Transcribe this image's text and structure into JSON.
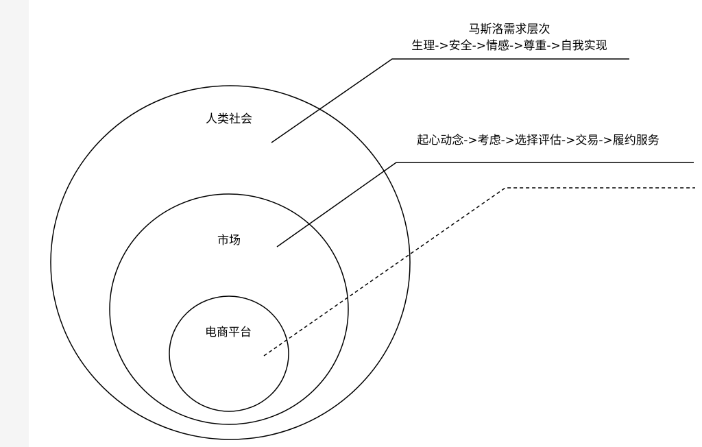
{
  "diagram": {
    "outer_circle_label": "人类社会",
    "middle_circle_label": "市场",
    "inner_circle_label": "电商平台",
    "callouts": {
      "maslow_title": "马斯洛需求层次",
      "maslow_levels": "生理->安全->情感->尊重->自我实现",
      "market_process": "起心动念->考虑->选择评估->交易->履约服务",
      "platform_note": ""
    }
  }
}
